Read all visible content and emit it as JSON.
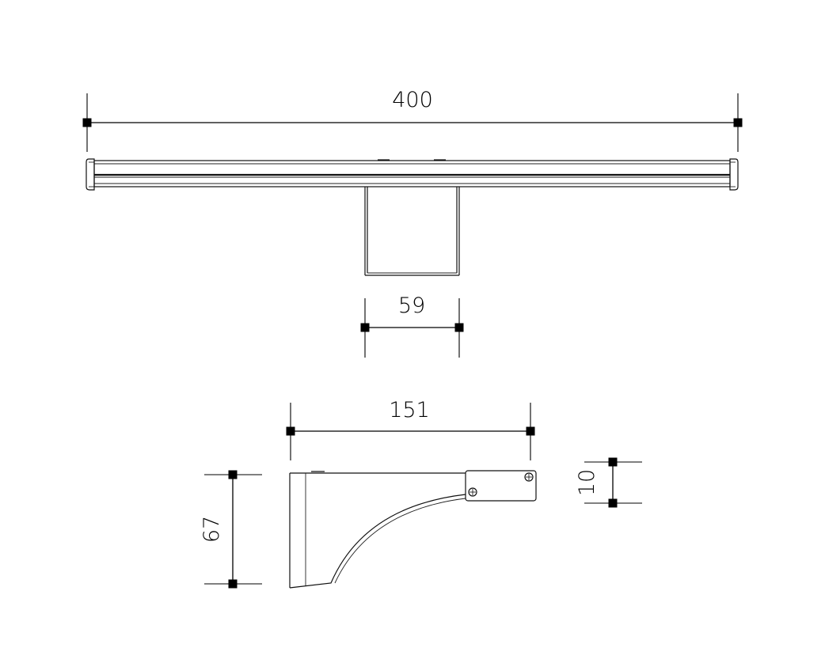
{
  "dimensions": {
    "overall_length": "400",
    "mount_width": "59",
    "arm_depth": "151",
    "arm_height": "67",
    "end_cap_height": "10"
  }
}
